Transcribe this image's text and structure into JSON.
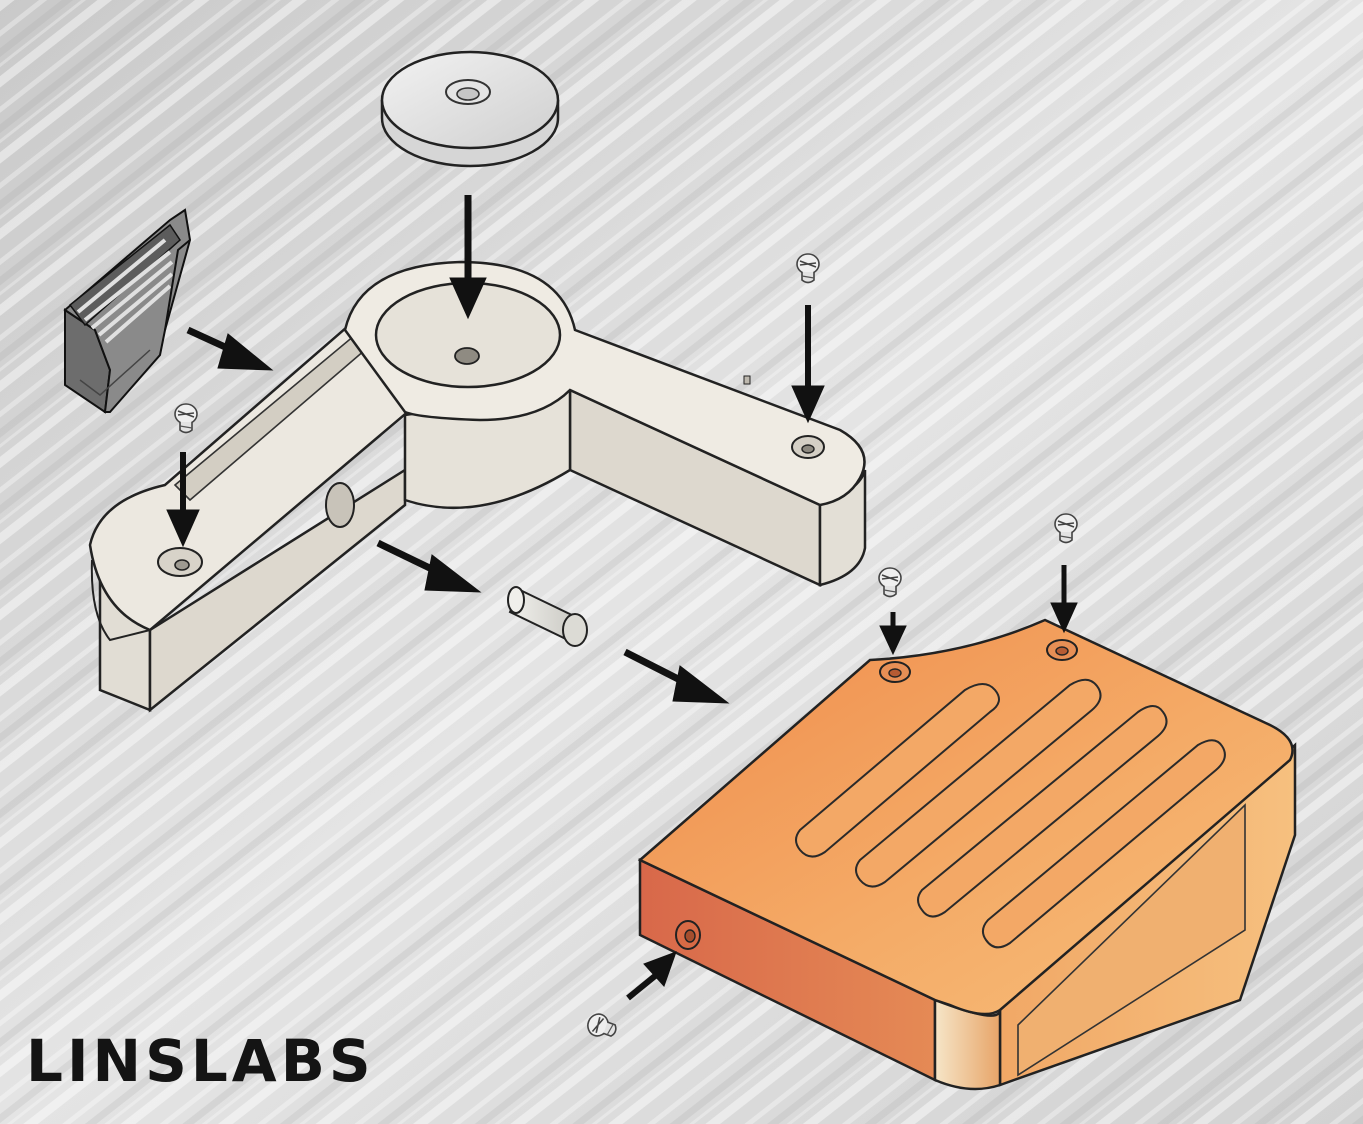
{
  "brand": {
    "logo_text": "LINSLABS"
  },
  "parts": [
    {
      "name": "magnet-disc"
    },
    {
      "name": "clip-insert"
    },
    {
      "name": "l-bracket"
    },
    {
      "name": "pin"
    },
    {
      "name": "slotted-plate"
    },
    {
      "name": "screw"
    }
  ],
  "colors": {
    "background": "#d8d8d8",
    "bracket": "#e9e5dd",
    "plate_top": "#f2a460",
    "plate_front": "#dd7048",
    "arrow": "#111111",
    "logo": "#141414"
  }
}
